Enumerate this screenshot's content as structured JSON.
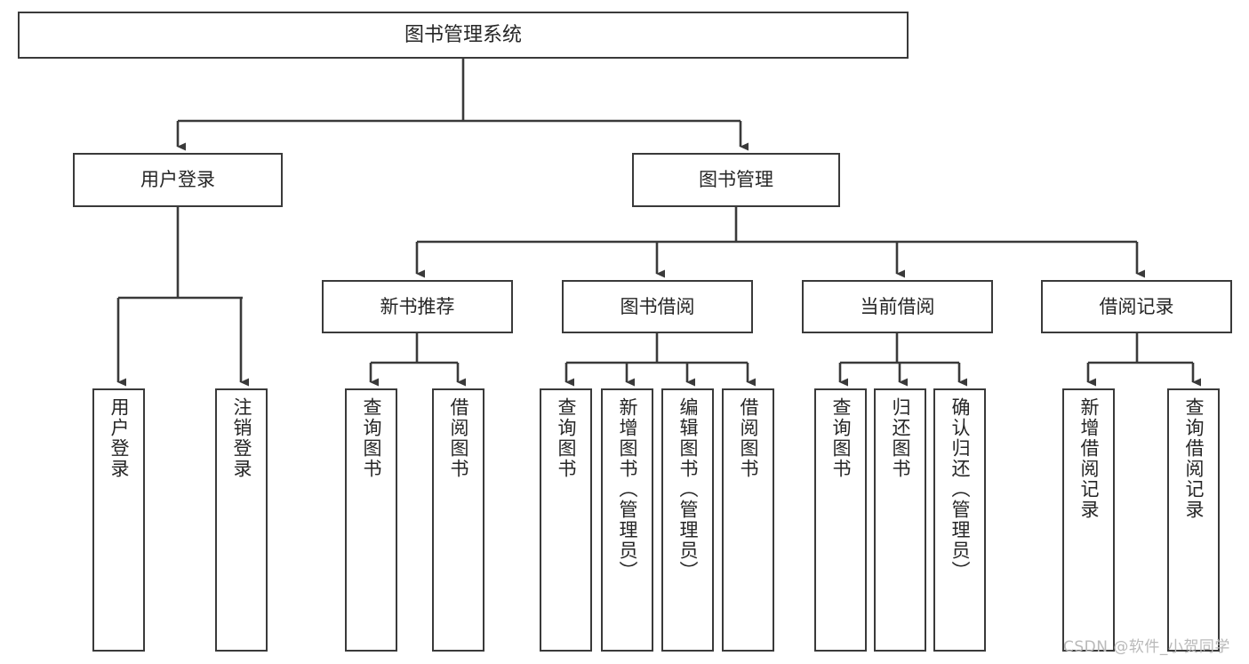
{
  "diagram": {
    "title": "图书管理系统",
    "type": "tree-hierarchy-chart",
    "watermark": "CSDN @软件_小贺同学",
    "colors": {
      "border": "#3a3a3a",
      "text": "#262626",
      "background": "#ffffff",
      "watermark": "#b9b9b9"
    },
    "nodes": {
      "root": {
        "label": "图书管理系统"
      },
      "level2": [
        {
          "label": "用户登录"
        },
        {
          "label": "图书管理"
        }
      ],
      "level3": [
        {
          "label": "新书推荐"
        },
        {
          "label": "图书借阅"
        },
        {
          "label": "当前借阅"
        },
        {
          "label": "借阅记录"
        }
      ],
      "leaves": {
        "user_login": [
          {
            "label": "用户登录"
          },
          {
            "label": "注销登录"
          }
        ],
        "new_book_recommend": [
          {
            "label": "查询图书"
          },
          {
            "label": "借阅图书"
          }
        ],
        "book_borrow": [
          {
            "label": "查询图书"
          },
          {
            "label": "新增图书（管理员）"
          },
          {
            "label": "编辑图书（管理员）"
          },
          {
            "label": "借阅图书"
          }
        ],
        "current_borrow": [
          {
            "label": "查询图书"
          },
          {
            "label": "归还图书"
          },
          {
            "label": "确认归还（管理员）"
          }
        ],
        "borrow_records": [
          {
            "label": "新增借阅记录"
          },
          {
            "label": "查询借阅记录"
          }
        ]
      }
    }
  }
}
